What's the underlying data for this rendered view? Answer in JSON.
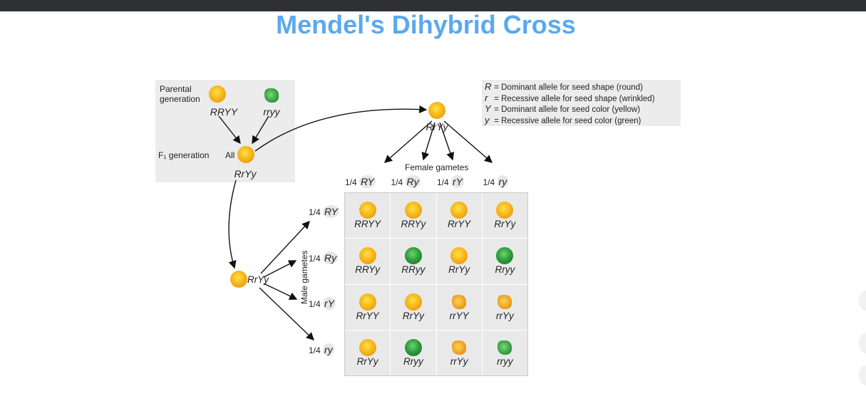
{
  "title": "Mendel's Dihybrid Cross",
  "parental": {
    "label_line1": "Parental",
    "label_line2": "generation",
    "left_genotype": "RRYY",
    "right_genotype": "rryy"
  },
  "f1": {
    "label": "F₁ generation",
    "all": "All",
    "genotype": "RrYy"
  },
  "top_seed_genotype": "RrYy",
  "left_seed_genotype": "RrYy",
  "legend": [
    {
      "symbol": "R",
      "text": "= Dominant allele for seed shape (round)"
    },
    {
      "symbol": "r",
      "text": "= Recessive allele for seed shape (wrinkled)"
    },
    {
      "symbol": "Y",
      "text": "= Dominant allele for seed color (yellow)"
    },
    {
      "symbol": "y",
      "text": "= Recessive allele for seed color (green)"
    }
  ],
  "female_gametes_label": "Female gametes",
  "male_gametes_label": "Male gametes",
  "columns": [
    {
      "fraction": "1/4",
      "gamete": "RY"
    },
    {
      "fraction": "1/4",
      "gamete": "Ry"
    },
    {
      "fraction": "1/4",
      "gamete": "rY"
    },
    {
      "fraction": "1/4",
      "gamete": "ry"
    }
  ],
  "rows": [
    {
      "fraction": "1/4",
      "gamete": "RY"
    },
    {
      "fraction": "1/4",
      "gamete": "Ry"
    },
    {
      "fraction": "1/4",
      "gamete": "rY"
    },
    {
      "fraction": "1/4",
      "gamete": "ry"
    }
  ],
  "seed_colors": {
    "yellow": "#f7b81a",
    "green": "#2a9a3a"
  },
  "punnett": [
    [
      {
        "g": "RRYY",
        "seed": "round-yellow"
      },
      {
        "g": "RRYy",
        "seed": "round-yellow"
      },
      {
        "g": "RrYY",
        "seed": "round-yellow"
      },
      {
        "g": "RrYy",
        "seed": "round-yellow"
      }
    ],
    [
      {
        "g": "RRYy",
        "seed": "round-yellow"
      },
      {
        "g": "RRyy",
        "seed": "round-green"
      },
      {
        "g": "RrYy",
        "seed": "round-yellow"
      },
      {
        "g": "Rryy",
        "seed": "round-green"
      }
    ],
    [
      {
        "g": "RrYY",
        "seed": "round-yellow"
      },
      {
        "g": "RrYy",
        "seed": "round-yellow"
      },
      {
        "g": "rrYY",
        "seed": "wrinkled-yellow"
      },
      {
        "g": "rrYy",
        "seed": "wrinkled-yellow"
      }
    ],
    [
      {
        "g": "RrYy",
        "seed": "round-yellow"
      },
      {
        "g": "Rryy",
        "seed": "round-green"
      },
      {
        "g": "rrYy",
        "seed": "wrinkled-yellow"
      },
      {
        "g": "rryy",
        "seed": "wrinkled-green"
      }
    ]
  ]
}
